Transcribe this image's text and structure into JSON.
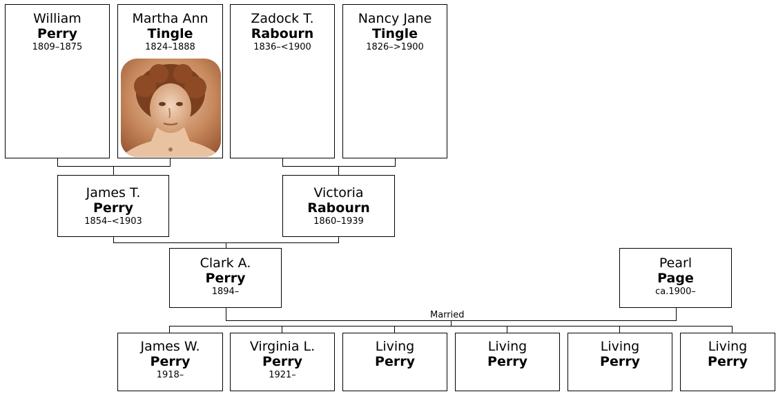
{
  "generation_1": [
    {
      "given": "William",
      "surname": "Perry",
      "dates": "1809–1875"
    },
    {
      "given": "Martha Ann",
      "surname": "Tingle",
      "dates": "1824–1888"
    },
    {
      "given": "Zadock T.",
      "surname": "Rabourn",
      "dates": "1836–<1900"
    },
    {
      "given": "Nancy Jane",
      "surname": "Tingle",
      "dates": "1826–>1900"
    }
  ],
  "generation_2": [
    {
      "given": "James T.",
      "surname": "Perry",
      "dates": "1854–<1903"
    },
    {
      "given": "Victoria",
      "surname": "Rabourn",
      "dates": "1860–1939"
    }
  ],
  "generation_3": [
    {
      "given": "Clark A.",
      "surname": "Perry",
      "dates": "1894–"
    },
    {
      "given": "Pearl",
      "surname": "Page",
      "dates": "ca.1900–"
    }
  ],
  "marriage_label": "Married",
  "generation_4": [
    {
      "given": "James W.",
      "surname": "Perry",
      "dates": "1918–"
    },
    {
      "given": "Virginia L.",
      "surname": "Perry",
      "dates": "1921–"
    },
    {
      "given": "Living",
      "surname": "Perry",
      "dates": ""
    },
    {
      "given": "Living",
      "surname": "Perry",
      "dates": ""
    },
    {
      "given": "Living",
      "surname": "Perry",
      "dates": ""
    },
    {
      "given": "Living",
      "surname": "Perry",
      "dates": ""
    }
  ]
}
